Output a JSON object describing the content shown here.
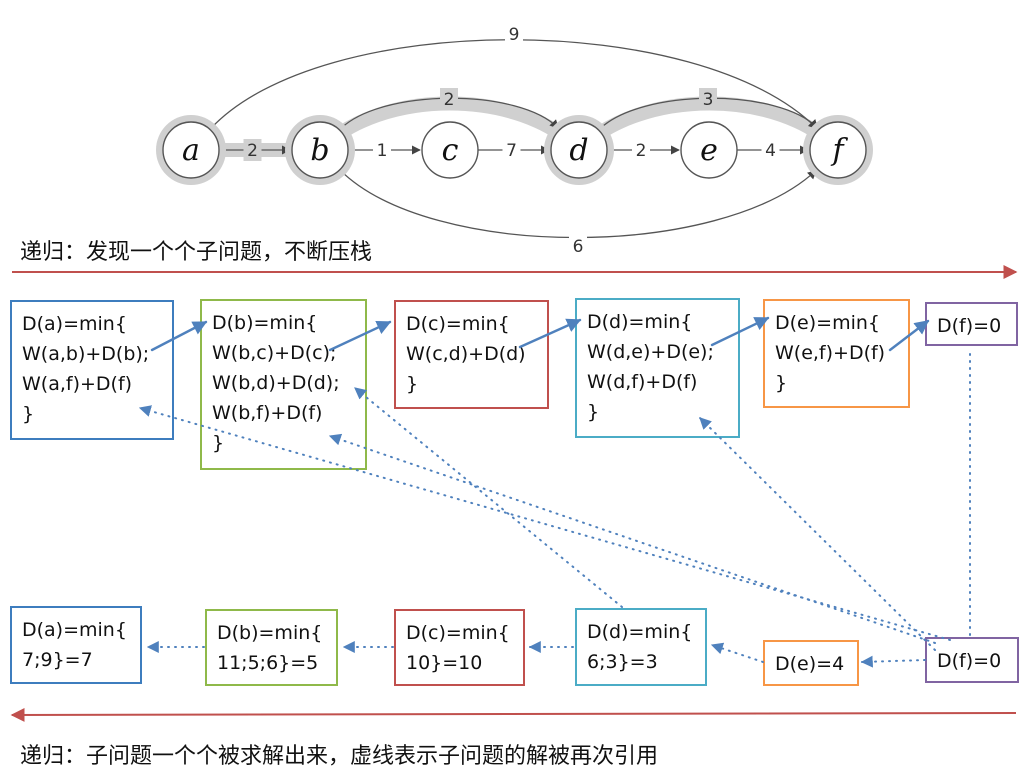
{
  "colors": {
    "blue": "#3d7dbe",
    "green": "#8fb94a",
    "red": "#c0504d",
    "cyan": "#4bacc6",
    "orange": "#f79646",
    "purple": "#8064a2",
    "arrow": "#4f81bd",
    "rule": "#c0504d",
    "dotted": "#4f81bd",
    "path_highlight": "#d0d0d0"
  },
  "graph": {
    "nodes": [
      "a",
      "b",
      "c",
      "d",
      "e",
      "f"
    ],
    "edges": [
      {
        "from": "a",
        "to": "b",
        "weight": "2"
      },
      {
        "from": "b",
        "to": "c",
        "weight": "1"
      },
      {
        "from": "c",
        "to": "d",
        "weight": "7"
      },
      {
        "from": "d",
        "to": "e",
        "weight": "2"
      },
      {
        "from": "e",
        "to": "f",
        "weight": "4"
      },
      {
        "from": "b",
        "to": "d",
        "weight": "2"
      },
      {
        "from": "d",
        "to": "f",
        "weight": "3"
      },
      {
        "from": "a",
        "to": "f",
        "weight": "9"
      },
      {
        "from": "b",
        "to": "f",
        "weight": "6"
      }
    ],
    "shortest_path": [
      "a",
      "b",
      "d",
      "f"
    ]
  },
  "top_caption": "递归：发现一个个子问题，不断压栈",
  "bottom_caption": "递归：子问题一个个被求解出来，虚线表示子问题的解被再次引用",
  "top_row": [
    {
      "id": "da",
      "color": "blue",
      "lines": [
        "D(a)=min{",
        "W(a,b)+D(b);",
        "W(a,f)+D(f)",
        "}"
      ]
    },
    {
      "id": "db",
      "color": "green",
      "lines": [
        "D(b)=min{",
        "W(b,c)+D(c);",
        "W(b,d)+D(d);",
        "W(b,f)+D(f)",
        "}"
      ]
    },
    {
      "id": "dc",
      "color": "red",
      "lines": [
        "D(c)=min{",
        "W(c,d)+D(d)",
        "}"
      ]
    },
    {
      "id": "dd",
      "color": "cyan",
      "lines": [
        "D(d)=min{",
        "W(d,e)+D(e);",
        "W(d,f)+D(f)",
        "}"
      ]
    },
    {
      "id": "de",
      "color": "orange",
      "lines": [
        "D(e)=min{",
        "W(e,f)+D(f)",
        "}"
      ]
    },
    {
      "id": "df",
      "color": "purple",
      "lines": [
        "D(f)=0"
      ]
    }
  ],
  "bottom_row": [
    {
      "id": "ra",
      "color": "blue",
      "lines": [
        "D(a)=min{",
        "7;9}=7"
      ]
    },
    {
      "id": "rb",
      "color": "green",
      "lines": [
        "D(b)=min{",
        "11;5;6}=5"
      ]
    },
    {
      "id": "rc",
      "color": "red",
      "lines": [
        "D(c)=min{",
        "10}=10"
      ]
    },
    {
      "id": "rd",
      "color": "cyan",
      "lines": [
        "D(d)=min{",
        "6;3}=3"
      ]
    },
    {
      "id": "re",
      "color": "orange",
      "lines": [
        "D(e)=4"
      ]
    },
    {
      "id": "rf",
      "color": "purple",
      "lines": [
        "D(f)=0"
      ]
    }
  ]
}
